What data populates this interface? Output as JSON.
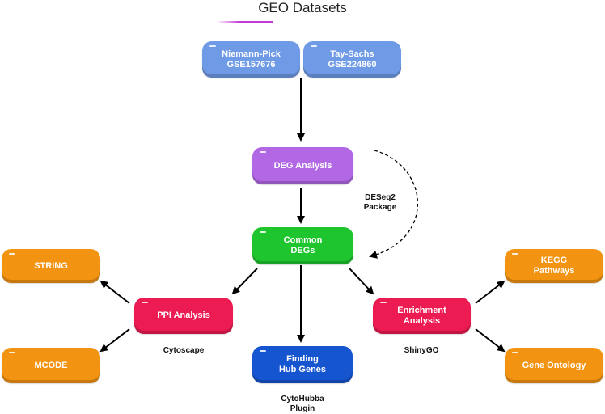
{
  "title": "GEO Datasets",
  "datasets": [
    {
      "label": "Niemann-Pick\nGSE157676"
    },
    {
      "label": "Tay-Sachs\nGSE224860"
    }
  ],
  "steps": {
    "deg_analysis": "DEG Analysis",
    "common_degs": "Common\nDEGs",
    "ppi_analysis": "PPI Analysis",
    "enrichment_analysis": "Enrichment\nAnalysis",
    "finding_hub_genes": "Finding\nHub Genes"
  },
  "outputs": {
    "string": "STRING",
    "mcode": "MCODE",
    "kegg": "KEGG\nPathways",
    "gene_ontology": "Gene Ontology"
  },
  "tools": {
    "deseq2": "DESeq2\nPackage",
    "cytoscape": "Cytoscape",
    "shinygo": "ShinyGO",
    "cytohubba": "CytoHubba\nPlugin"
  },
  "colors": {
    "datasets": "#6f9ae6",
    "deg_analysis": "#b268e4",
    "common_degs": "#1fc52f",
    "analysis": "#ec1b52",
    "hub_genes": "#1555cf",
    "outputs": "#f39312"
  }
}
